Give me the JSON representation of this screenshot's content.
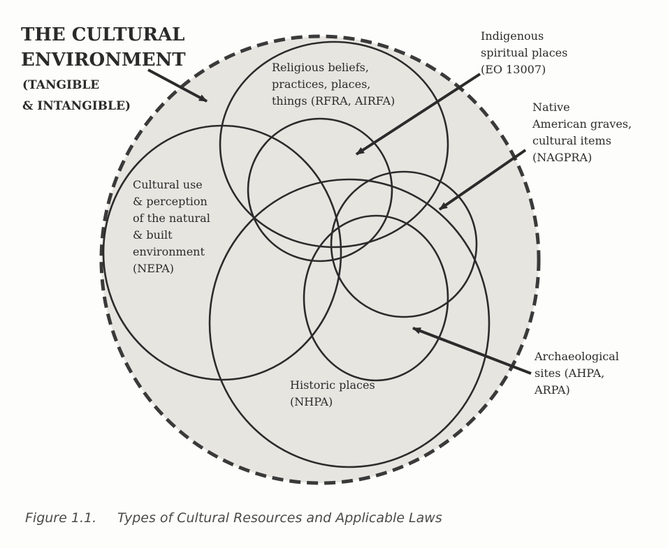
{
  "title": {
    "line1": "THE CULTURAL",
    "line2": "ENVIRONMENT",
    "sub1": "(TANGIBLE",
    "sub2": "& INTANGIBLE)"
  },
  "labels": {
    "religious": [
      "Religious beliefs,",
      "practices, places,",
      "things (RFRA, AIRFA)"
    ],
    "indigenous": [
      "Indigenous",
      "spiritual places",
      "(EO 13007)"
    ],
    "native": [
      "Native",
      "American graves,",
      "cultural items",
      "(NAGPRA)"
    ],
    "cultural_use": [
      "Cultural use",
      "& perception",
      "of the natural",
      "& built",
      "environment",
      "(NEPA)"
    ],
    "archaeological": [
      "Archaeological",
      "sites (AHPA,",
      "ARPA)"
    ],
    "historic": [
      "Historic places",
      "(NHPA)"
    ]
  },
  "caption": {
    "figure": "Figure 1.1.",
    "text": "Types of Cultural Resources and Applicable Laws"
  },
  "colors": {
    "outer_fill": "#e7e5e0",
    "outline": "#2b2b2b",
    "dash": "#3a3a3a",
    "background": "#fdfdfb"
  }
}
